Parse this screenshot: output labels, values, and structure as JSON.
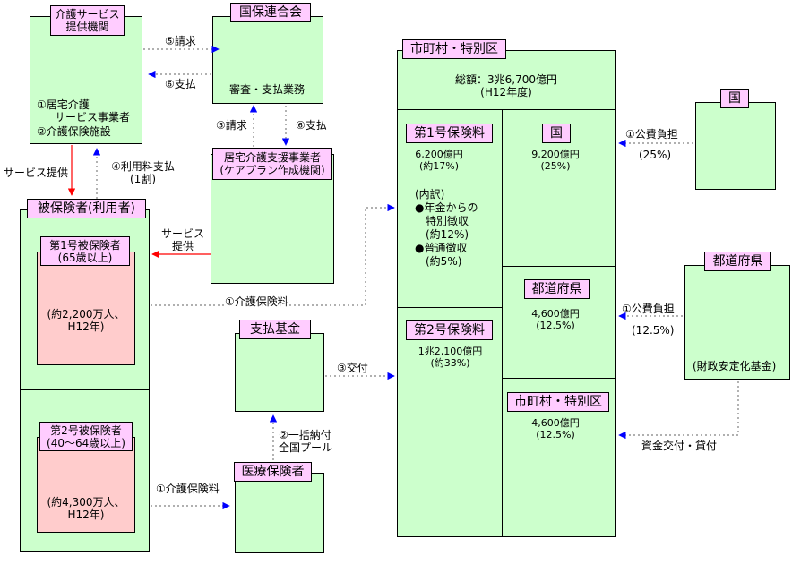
{
  "provider": {
    "title": "介護サービス\n提供機関",
    "item1": "①居宅介護",
    "item1b": "サービス事業者",
    "item2": "②介護保険施設"
  },
  "kokuho": {
    "title": "国保連合会",
    "desc": "審査・支払業務"
  },
  "careplan": {
    "title": "居宅介護支援事業者\n(ケアプラン作成機関)"
  },
  "insured": {
    "title": "被保険者(利用者)",
    "type1_title": "第1号被保険者\n(65歳以上)",
    "type1_count": "(約2,200万人、\nH12年)",
    "type2_title": "第2号被保険者\n(40～64歳以上)",
    "type2_count": "(約4,300万人、\nH12年)"
  },
  "fund": {
    "title": "支払基金"
  },
  "medical": {
    "title": "医療保険者"
  },
  "municipality": {
    "title": "市町村・特別区",
    "total": "総額：3兆6,700億円\n(H12年度)",
    "p1_title": "第1号保険料",
    "p1_amount": "6,200億円\n(約17%)",
    "p1_breakdown": "(内訳)\n●年金からの\n　特別徴収\n　(約12%)\n●普通徴収\n　(約5%)",
    "p2_title": "第2号保険料",
    "p2_amount": "1兆2,100億円\n(約33%)",
    "state_title": "国",
    "state_amount": "9,200億円\n(25%)",
    "pref_title": "都道府県",
    "pref_amount": "4,600億円\n(12.5%)",
    "muni_title": "市町村・特別区",
    "muni_amount": "4,600億円\n(12.5%)"
  },
  "kuni": {
    "title": "国"
  },
  "todofuken": {
    "title": "都道府県",
    "fund": "(財政安定化基金)"
  },
  "arrows": {
    "request1": "⑤請求",
    "pay1": "⑥支払",
    "request2": "⑤請求",
    "pay2": "⑥支払",
    "service_provision": "サービス提供",
    "fee_payment": "④利用料支払\n(1割)",
    "service_provision2": "サービス\n提供",
    "premium1": "①介護保険料",
    "premium2": "①介護保険料",
    "lump_sum": "②一括納付\n全国プール",
    "grant": "③交付",
    "public_burden1": "①公費負担",
    "public_burden1_pct": "(25%)",
    "public_burden2": "①公費負担",
    "public_burden2_pct": "(12.5%)",
    "loan": "資金交付・貸付"
  },
  "colors": {
    "box_fill": "#ccffcc",
    "label_fill": "#ffccff",
    "pink_fill": "#ffcccc",
    "arrow_blue": "#0000ff",
    "arrow_red": "#ff0000"
  }
}
